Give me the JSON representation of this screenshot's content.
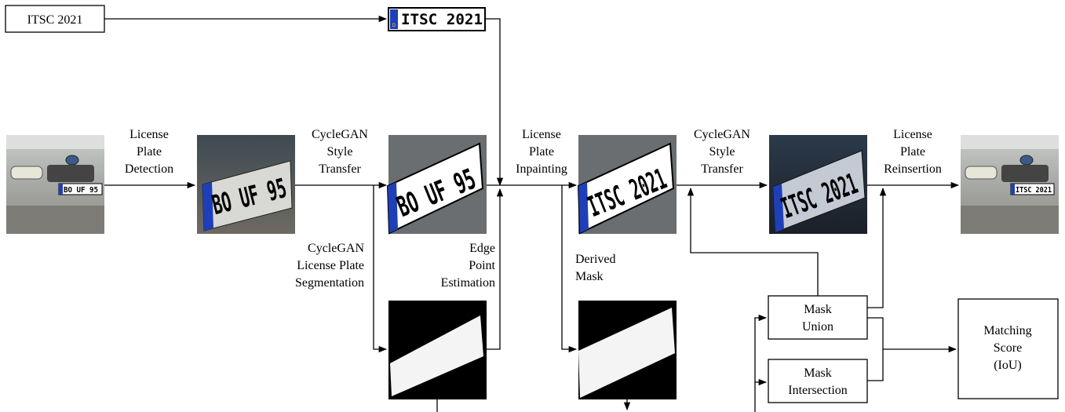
{
  "input_box": {
    "text": "ITSC 2021"
  },
  "rendered_plate": {
    "text": "ITSC 2021",
    "country": "D"
  },
  "original_plate": {
    "text": "BO UF 95",
    "country": "D"
  },
  "steps": {
    "detection": [
      "License",
      "Plate",
      "Detection"
    ],
    "style_transfer_1": [
      "CycleGAN",
      "Style",
      "Transfer"
    ],
    "segmentation": [
      "CycleGAN",
      "License Plate",
      "Segmentation"
    ],
    "edge_point": [
      "Edge",
      "Point",
      "Estimation"
    ],
    "inpainting": [
      "License",
      "Plate",
      "Inpainting"
    ],
    "derived_mask": [
      "Derived",
      "Mask"
    ],
    "style_transfer_2": [
      "CycleGAN",
      "Style",
      "Transfer"
    ],
    "reinsertion": [
      "License",
      "Plate",
      "Reinsertion"
    ]
  },
  "boxes": {
    "mask_union": [
      "Mask",
      "Union"
    ],
    "mask_intersection": [
      "Mask",
      "Intersection"
    ],
    "matching_score": [
      "Matching",
      "Score",
      "(IoU)"
    ]
  },
  "colors": {
    "eu_blue": "#1f3fb8",
    "gray_bg": "#6b6e70",
    "dark_bg": "#1d2430"
  }
}
